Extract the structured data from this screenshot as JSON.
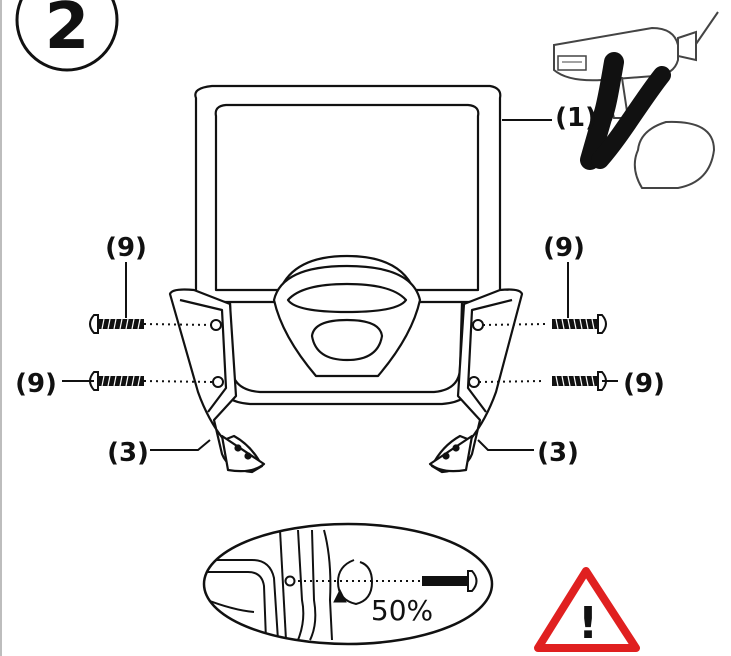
{
  "step": {
    "number": "2"
  },
  "labels": {
    "backrest": "(1)",
    "screw_top_left": "(9)",
    "screw_top_right": "(9)",
    "screw_mid_left": "(9)",
    "screw_mid_right": "(9)",
    "bracket_left": "(3)",
    "bracket_right": "(3)"
  },
  "detail": {
    "rotation_text": "50%"
  },
  "warning": {
    "symbol": "!"
  },
  "icons": {
    "prohibited": "no-power-drill",
    "warning": "warning-triangle"
  },
  "colors": {
    "line": "#111111",
    "warning_red": "#e02020"
  }
}
